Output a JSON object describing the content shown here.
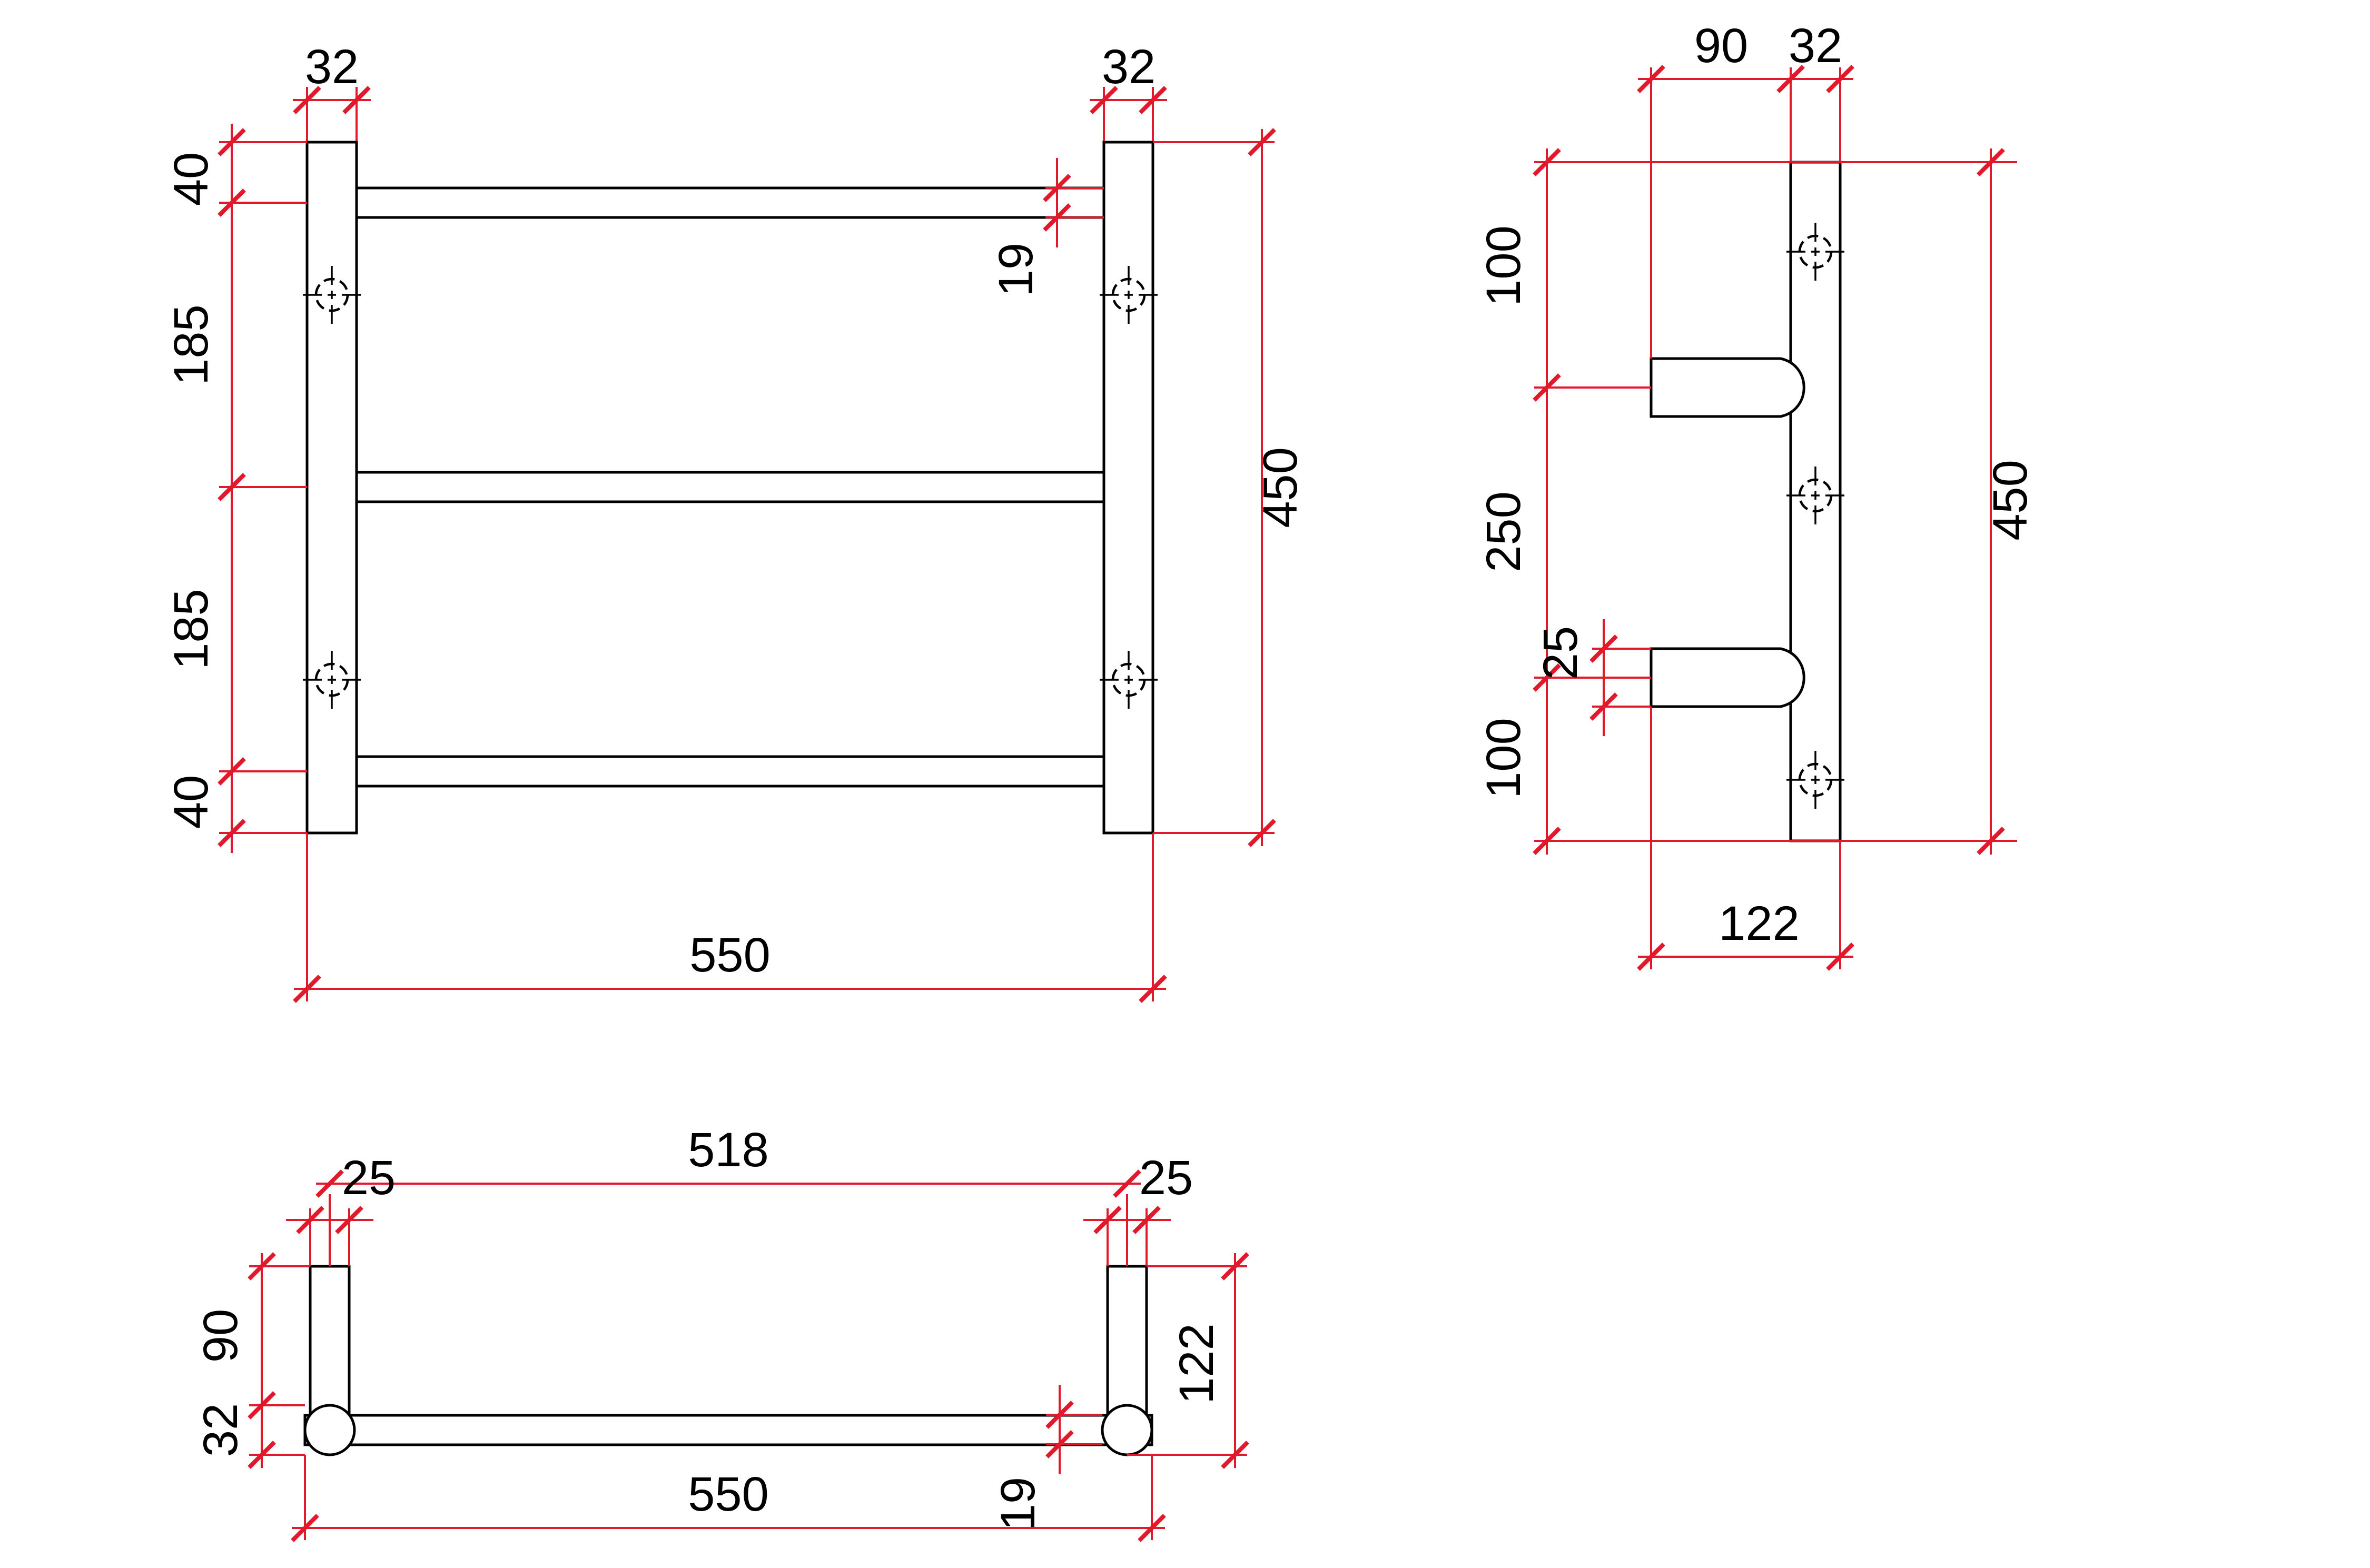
{
  "drawing": {
    "background_color": "#ffffff",
    "outline_color": "#000000",
    "dimension_color": "#e2182b",
    "views": {
      "front": {
        "dims": {
          "left_post_width": "32",
          "right_post_width": "32",
          "top_to_rail1": "40",
          "rail1_to_rail2": "185",
          "rail2_to_rail3": "185",
          "rail3_to_bottom": "40",
          "rail_thickness": "19",
          "overall_height": "450",
          "overall_width": "550"
        }
      },
      "side": {
        "dims": {
          "arm_length": "90",
          "post_depth": "32",
          "top_to_arm1": "100",
          "arm1_to_arm2": "250",
          "arm_diameter": "25",
          "arm2_to_bottom": "100",
          "overall_height": "450",
          "overall_depth": "122"
        }
      },
      "plan": {
        "dims": {
          "post_spacing": "518",
          "left_arm_diameter": "25",
          "right_arm_diameter": "25",
          "arm_length": "90",
          "post_diameter": "32",
          "overall_width": "550",
          "rail_thickness": "19",
          "overall_depth": "122"
        }
      }
    }
  }
}
